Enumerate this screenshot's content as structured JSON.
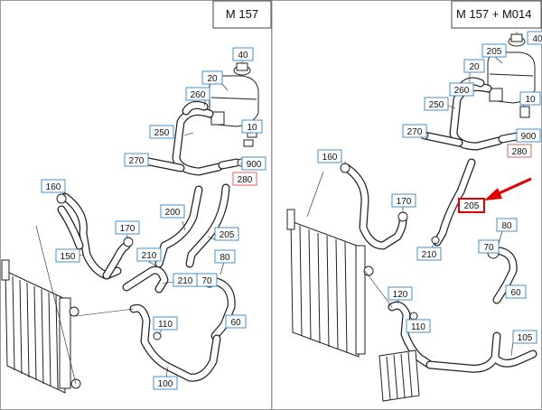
{
  "panels": [
    {
      "id": "left",
      "title": "M 157",
      "callouts": [
        "40",
        "20",
        "260",
        "10",
        "250",
        "270",
        "900",
        "280",
        "160",
        "200",
        "170",
        "205",
        "150",
        "210",
        "80",
        "210",
        "70",
        "60",
        "110",
        "100"
      ]
    },
    {
      "id": "right",
      "title": "M 157 + M014",
      "callouts": [
        "40",
        "205",
        "20",
        "260",
        "250",
        "10",
        "270",
        "900",
        "280",
        "160",
        "170",
        "205",
        "80",
        "210",
        "70",
        "60",
        "120",
        "110",
        "105"
      ]
    }
  ],
  "colors": {
    "callout_border": "#2f86c7",
    "highlight_border": "#e00000",
    "arrow": "#e00000"
  },
  "icons": [
    "red-arrow-icon"
  ]
}
